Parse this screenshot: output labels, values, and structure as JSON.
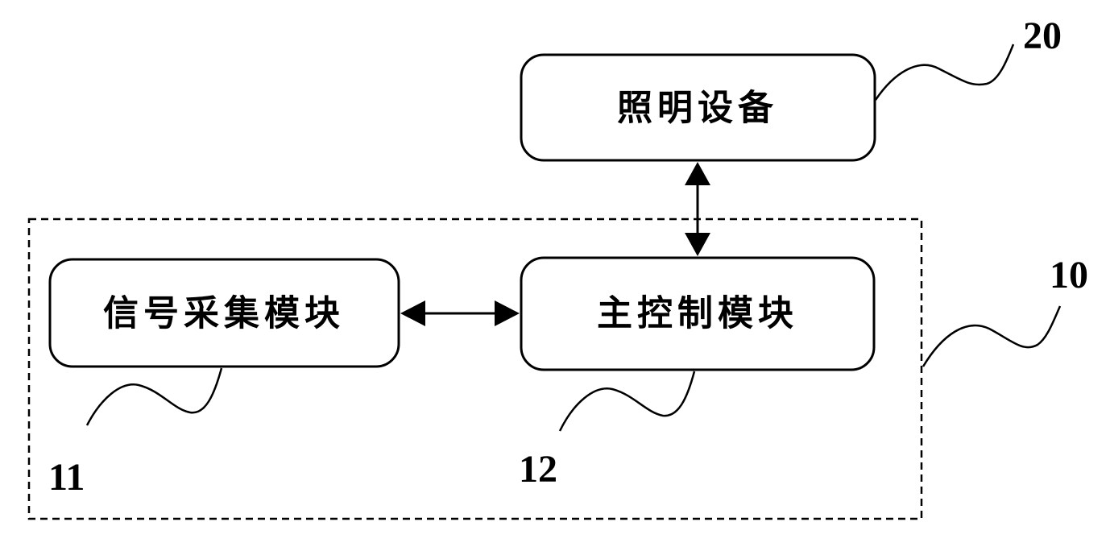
{
  "blocks": {
    "lighting_device": {
      "label": "照明设备",
      "ref": "20"
    },
    "signal_module": {
      "label": "信号采集模块",
      "ref": "11"
    },
    "main_control": {
      "label": "主控制模块",
      "ref": "12"
    }
  },
  "system": {
    "ref": "10"
  }
}
